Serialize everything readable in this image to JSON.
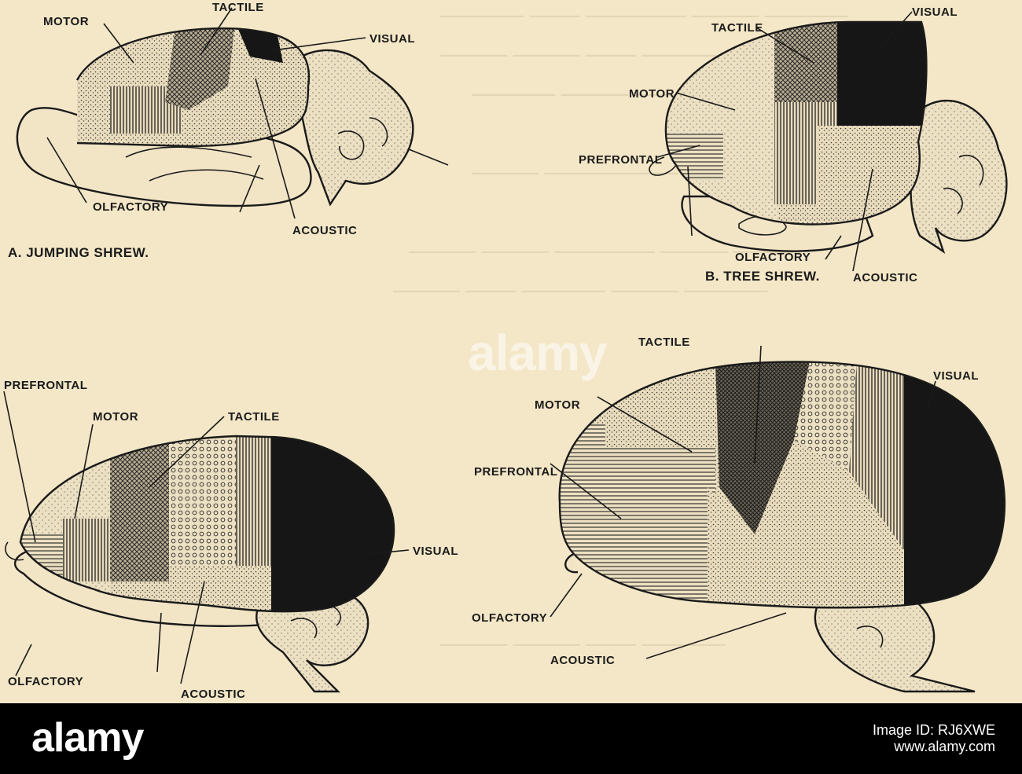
{
  "panels": {
    "a": {
      "caption": "A. JUMPING SHREW.",
      "labels": {
        "motor": "MOTOR",
        "tactile": "TACTILE",
        "visual": "VISUAL",
        "olfactory": "OLFACTORY",
        "acoustic": "ACOUSTIC"
      }
    },
    "b": {
      "caption": "B. TREE SHREW.",
      "labels": {
        "tactile": "TACTILE",
        "visual": "VISUAL",
        "motor": "MOTOR",
        "prefrontal": "PREFRONTAL",
        "olfactory": "OLFACTORY",
        "acoustic": "ACOUSTIC"
      }
    },
    "c": {
      "labels": {
        "prefrontal": "PREFRONTAL",
        "motor": "MOTOR",
        "tactile": "TACTILE",
        "visual": "VISUAL",
        "olfactory": "OLFACTORY",
        "acoustic": "ACOUSTIC"
      }
    },
    "d": {
      "labels": {
        "tactile": "TACTILE",
        "visual": "VISUAL",
        "motor": "MOTOR",
        "prefrontal": "PREFRONTAL",
        "olfactory": "OLFACTORY",
        "acoustic": "ACOUSTIC"
      }
    }
  },
  "watermark": {
    "logo": "alamy",
    "stamp": "alamy",
    "image_id": "Image ID: RJ6XWE",
    "url": "www.alamy.com"
  },
  "colors": {
    "paper": "#f3e7c7",
    "ink": "#1a1a1a",
    "bar": "#000000"
  }
}
